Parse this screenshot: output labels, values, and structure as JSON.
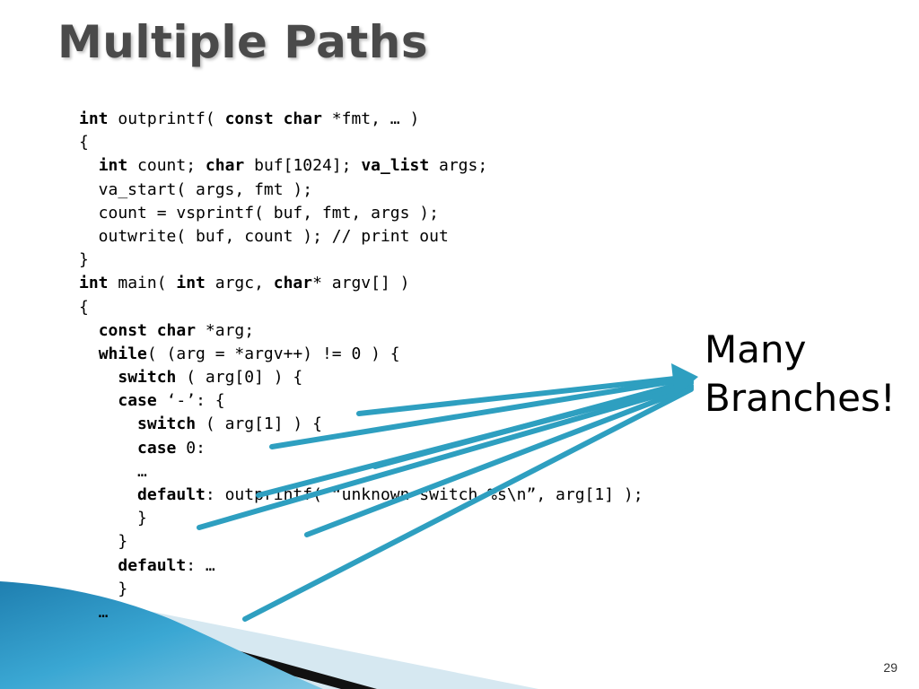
{
  "slide": {
    "title": "Multiple Paths",
    "page_number": "29",
    "callout": {
      "line1": "Many",
      "line2": "Branches!"
    },
    "colors": {
      "arrow": "#2e9fc0",
      "title": "#4a4a4a",
      "swoosh_dark": "#0a0a0a",
      "swoosh_blue": "#2f93c5",
      "swoosh_light": "#cfe3ee"
    },
    "arrow_count": 7
  },
  "code_lines": [
    [
      {
        "t": "int",
        "b": true
      },
      {
        "t": " outprintf( "
      },
      {
        "t": "const",
        "b": true
      },
      {
        "t": " "
      },
      {
        "t": "char",
        "b": true
      },
      {
        "t": " *fmt, … )"
      }
    ],
    [
      {
        "t": "{"
      }
    ],
    [
      {
        "t": "  "
      },
      {
        "t": "int",
        "b": true
      },
      {
        "t": " count; "
      },
      {
        "t": "char",
        "b": true
      },
      {
        "t": " buf[1024]; "
      },
      {
        "t": "va_list",
        "b": true
      },
      {
        "t": " args;"
      }
    ],
    [
      {
        "t": "  va_start( args, fmt );"
      }
    ],
    [
      {
        "t": "  count = vsprintf( buf, fmt, args );"
      }
    ],
    [
      {
        "t": "  outwrite( buf, count ); // print out"
      }
    ],
    [
      {
        "t": "}"
      }
    ],
    [
      {
        "t": "int",
        "b": true
      },
      {
        "t": " main( "
      },
      {
        "t": "int",
        "b": true
      },
      {
        "t": " argc, "
      },
      {
        "t": "char",
        "b": true
      },
      {
        "t": "* argv[] )"
      }
    ],
    [
      {
        "t": "{"
      }
    ],
    [
      {
        "t": "  "
      },
      {
        "t": "const",
        "b": true
      },
      {
        "t": " "
      },
      {
        "t": "char",
        "b": true
      },
      {
        "t": " *arg;"
      }
    ],
    [
      {
        "t": "  "
      },
      {
        "t": "while",
        "b": true
      },
      {
        "t": "( (arg = *argv++) != 0 ) {"
      }
    ],
    [
      {
        "t": "    "
      },
      {
        "t": "switch",
        "b": true
      },
      {
        "t": " ( arg[0] ) {"
      }
    ],
    [
      {
        "t": "    "
      },
      {
        "t": "case",
        "b": true
      },
      {
        "t": " ‘-’: {"
      }
    ],
    [
      {
        "t": "      "
      },
      {
        "t": "switch",
        "b": true
      },
      {
        "t": " ( arg[1] ) {"
      }
    ],
    [
      {
        "t": "      "
      },
      {
        "t": "case",
        "b": true
      },
      {
        "t": " 0:"
      }
    ],
    [
      {
        "t": "      …"
      }
    ],
    [
      {
        "t": "      "
      },
      {
        "t": "default",
        "b": true
      },
      {
        "t": ": outprintf( “unknown switch %s\\n”, arg[1] );"
      }
    ],
    [
      {
        "t": "      }"
      }
    ],
    [
      {
        "t": "    }"
      }
    ],
    [
      {
        "t": "    "
      },
      {
        "t": "default",
        "b": true
      },
      {
        "t": ": …"
      }
    ],
    [
      {
        "t": "    }"
      }
    ],
    [
      {
        "t": "  …"
      }
    ]
  ]
}
